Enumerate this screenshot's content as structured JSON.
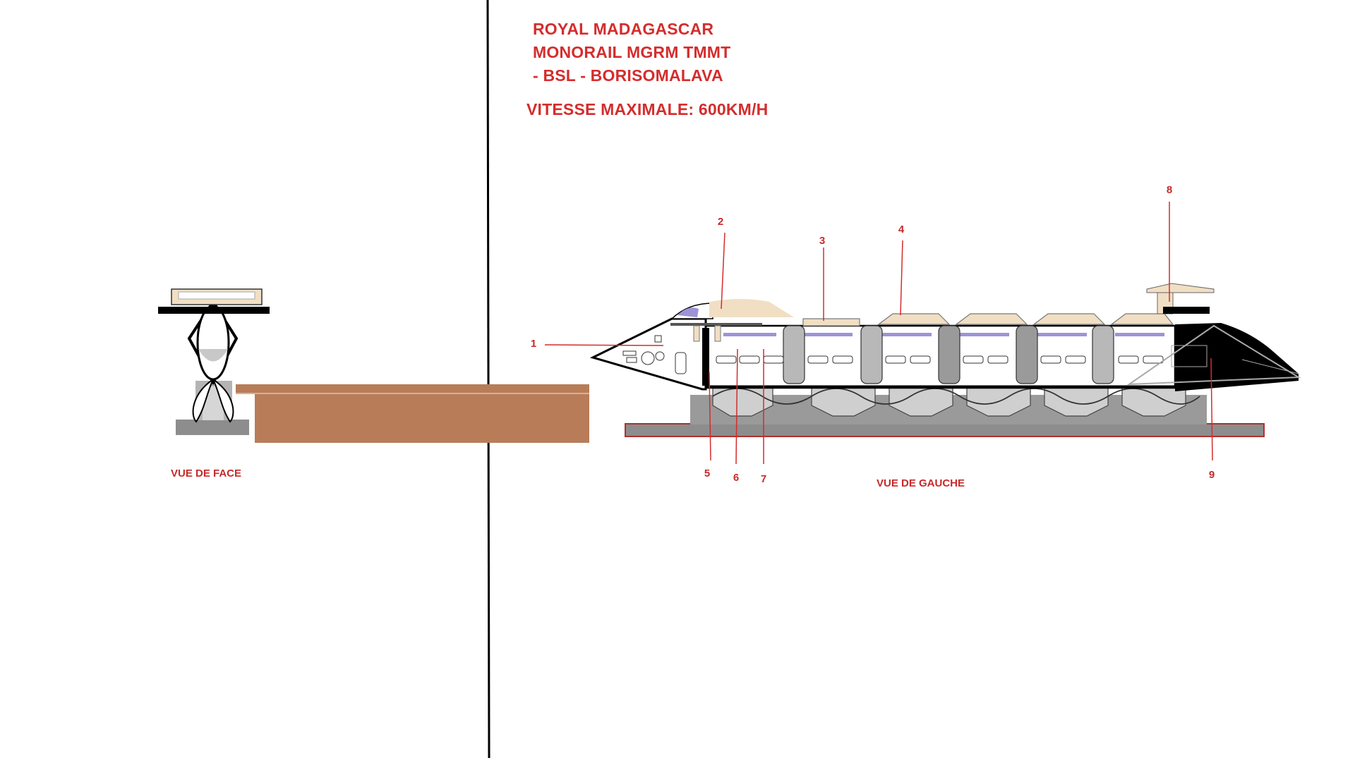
{
  "title": {
    "line1": "ROYAL MADAGASCAR",
    "line2": "MONORAIL MGRM TMMT",
    "line3": "- BSL - BORISOMALAVA",
    "speed": "VITESSE MAXIMALE: 600KM/H"
  },
  "views": {
    "front": "VUE DE FACE",
    "left": "VUE DE GAUCHE"
  },
  "callouts": [
    "1",
    "2",
    "3",
    "4",
    "5",
    "6",
    "7",
    "8",
    "9"
  ],
  "colors": {
    "label_red": "#d42d2d",
    "beam_brown": "#b87d58",
    "rail_gray": "#8a8a8a",
    "roof_cream": "#f1dfc4",
    "window_lavender": "#9e93d6",
    "nose_black": "#000000"
  }
}
